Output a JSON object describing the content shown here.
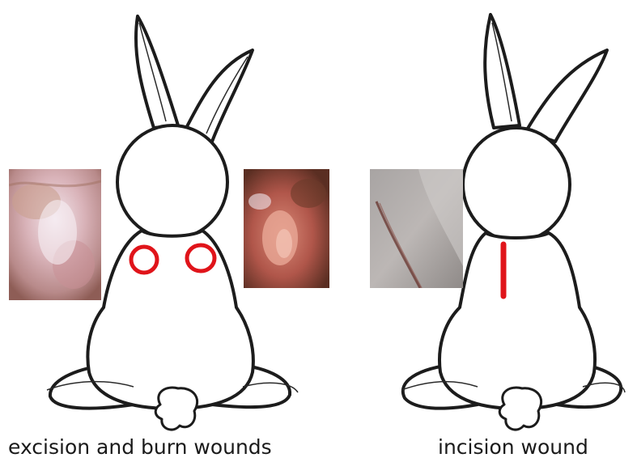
{
  "captions": {
    "left": "excision and burn wounds",
    "right": "incision wound"
  },
  "colors": {
    "outline": "#1c1c1c",
    "wound_marker": "#e0141a",
    "background": "#ffffff"
  },
  "photos": {
    "excision_wound": "pale pink tissue photo",
    "burn_wound": "reddish-brown burn tissue photo",
    "incision_wound": "grey skin with dark linear cut photo"
  },
  "markers": {
    "left": [
      "circle",
      "circle"
    ],
    "right": [
      "line"
    ]
  }
}
